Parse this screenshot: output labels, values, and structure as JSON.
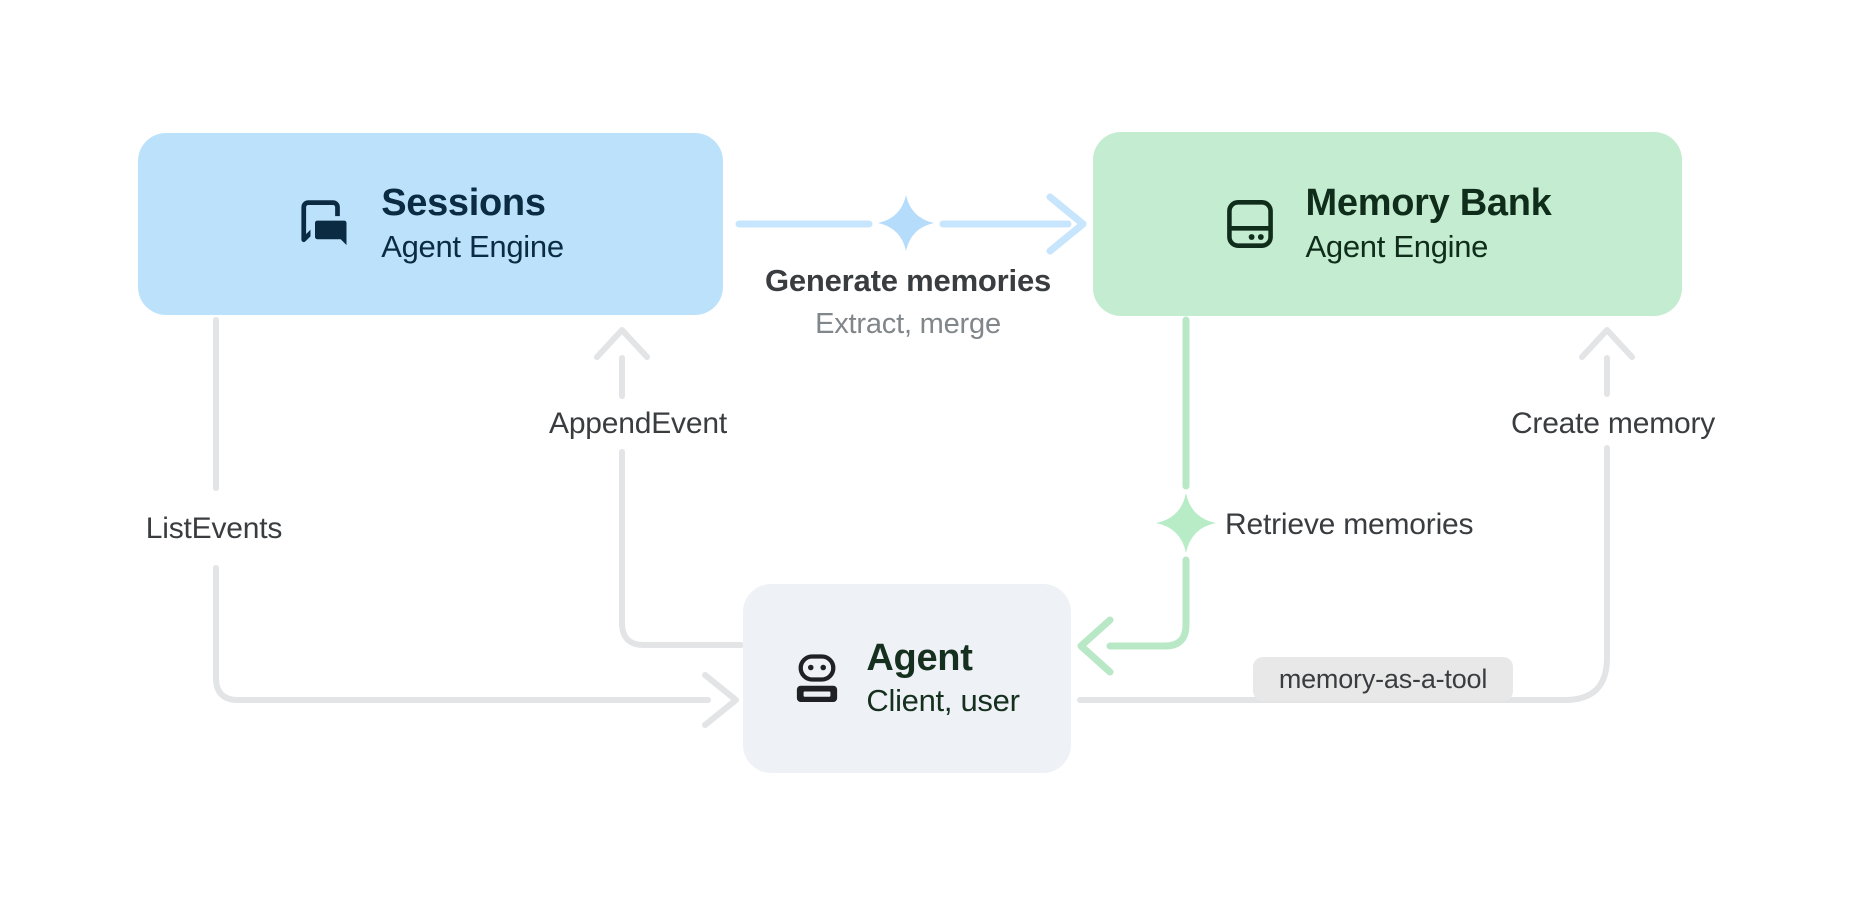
{
  "colors": {
    "bg": "#ffffff",
    "session-fill": "#bce2fb",
    "session-text": "#0b2b42",
    "memory-fill": "#c3ecd0",
    "memory-text": "#0f2d1a",
    "agent-fill": "#eef1f6",
    "agent-text": "#15301f",
    "agent-icon": "#202124",
    "arrow-blue": "#c7e5fc",
    "sparkle-blue": "#b5dcfa",
    "arrow-green": "#b8e8c6",
    "sparkle-green": "#b7ecc6",
    "arrow-gray": "#e3e4e6",
    "label-dark": "#3a3d40",
    "label-muted": "#81868a",
    "badge-bg": "#e8e8e8",
    "badge-text": "#3a3d40"
  },
  "nodes": {
    "sessions": {
      "title": "Sessions",
      "subtitle": "Agent Engine",
      "icon": "chat-icon"
    },
    "memory_bank": {
      "title": "Memory Bank",
      "subtitle": "Agent Engine",
      "icon": "storage-icon"
    },
    "agent": {
      "title": "Agent",
      "subtitle": "Client, user",
      "icon": "robot-icon"
    }
  },
  "edges": {
    "generate": {
      "label": "Generate memories",
      "sublabel": "Extract, merge"
    },
    "append_event": {
      "label": "AppendEvent"
    },
    "list_events": {
      "label": "ListEvents"
    },
    "retrieve": {
      "label": "Retrieve memories"
    },
    "create_memory": {
      "label": "Create memory"
    },
    "memory_as_a_tool": {
      "badge": "memory-as-a-tool"
    }
  }
}
